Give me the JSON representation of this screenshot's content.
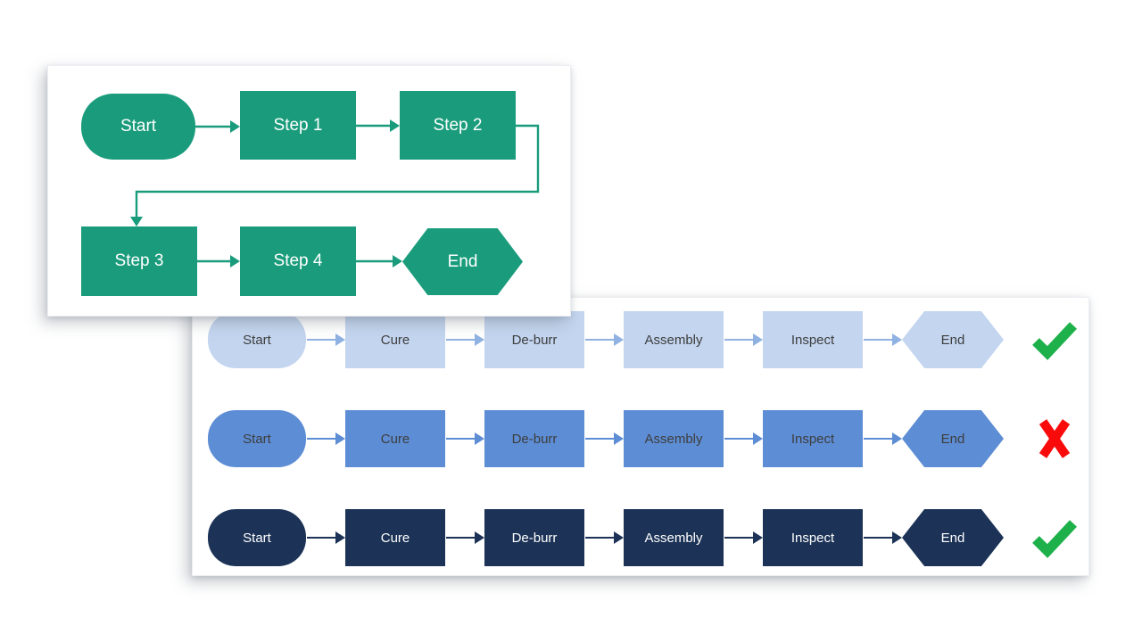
{
  "colors": {
    "green": "#1a9c7c",
    "blue-light": "#c3d5ef",
    "blue-mid": "#5d8dd4",
    "blue-dark": "#1c3357",
    "text-dark": "#3e3e3e",
    "check-green": "#1eb14b",
    "cross-red": "#f90b0b"
  },
  "top_panel": {
    "nodes": [
      "Start",
      "Step 1",
      "Step 2",
      "Step 3",
      "Step 4",
      "End"
    ]
  },
  "bottom_panel": {
    "rows": [
      {
        "tone": "light",
        "steps": [
          "Start",
          "Cure",
          "De-burr",
          "Assembly",
          "Inspect",
          "End"
        ],
        "verdict": "check"
      },
      {
        "tone": "mid",
        "steps": [
          "Start",
          "Cure",
          "De-burr",
          "Assembly",
          "Inspect",
          "End"
        ],
        "verdict": "cross"
      },
      {
        "tone": "dark",
        "steps": [
          "Start",
          "Cure",
          "De-burr",
          "Assembly",
          "Inspect",
          "End"
        ],
        "verdict": "check"
      }
    ]
  }
}
